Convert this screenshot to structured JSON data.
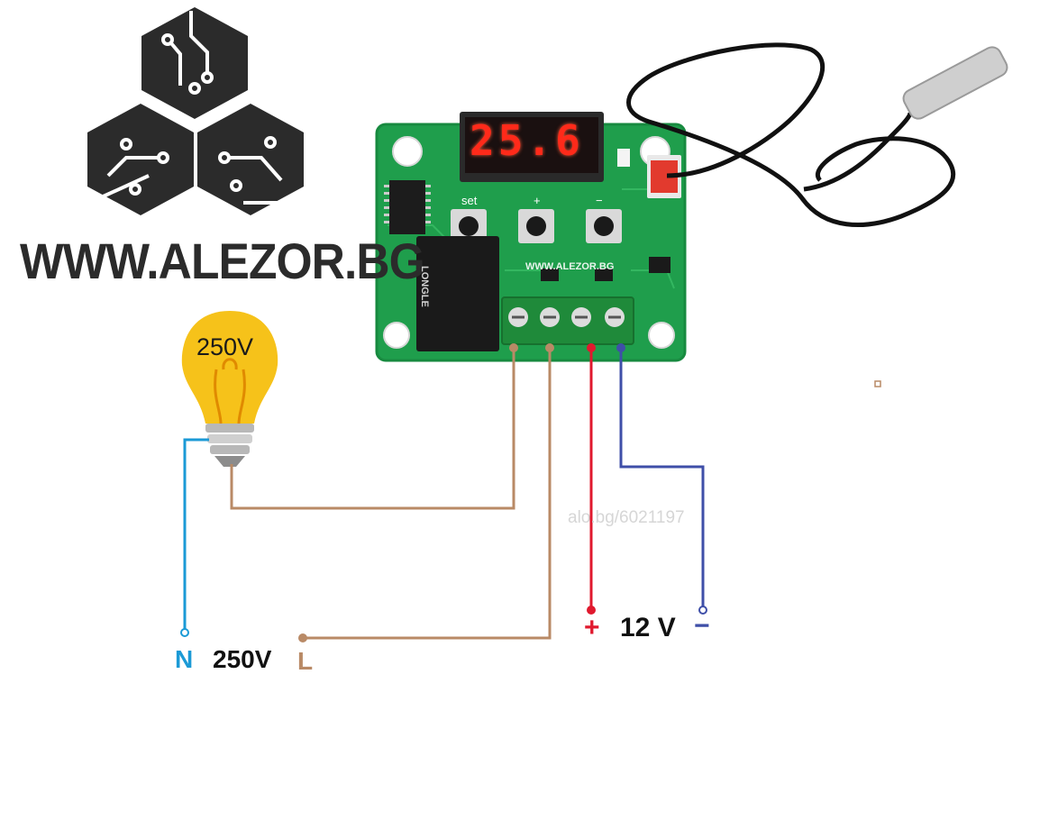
{
  "brand": {
    "text": "WWW.ALEZOR.BG"
  },
  "bulb": {
    "voltage_label": "250V"
  },
  "module": {
    "display_value": "25.6",
    "buttons": {
      "set": "set",
      "plus": "+",
      "minus": "−"
    },
    "board_brand": "WWW.ALEZOR.BG",
    "relay_label": "LONGLE"
  },
  "mains": {
    "neutral": "N",
    "voltage": "250V",
    "live": "L"
  },
  "dc": {
    "plus": "+",
    "voltage": "12 V",
    "minus": "−"
  },
  "watermark": "alo.bg/6021197",
  "colors": {
    "live_wire": "#b98a66",
    "neutral_wire": "#1b9ad6",
    "dc_plus_wire": "#e0192e",
    "dc_minus_wire": "#3f4fa8",
    "pcb": "#1f9e4c",
    "bulb": "#f6c21a"
  }
}
